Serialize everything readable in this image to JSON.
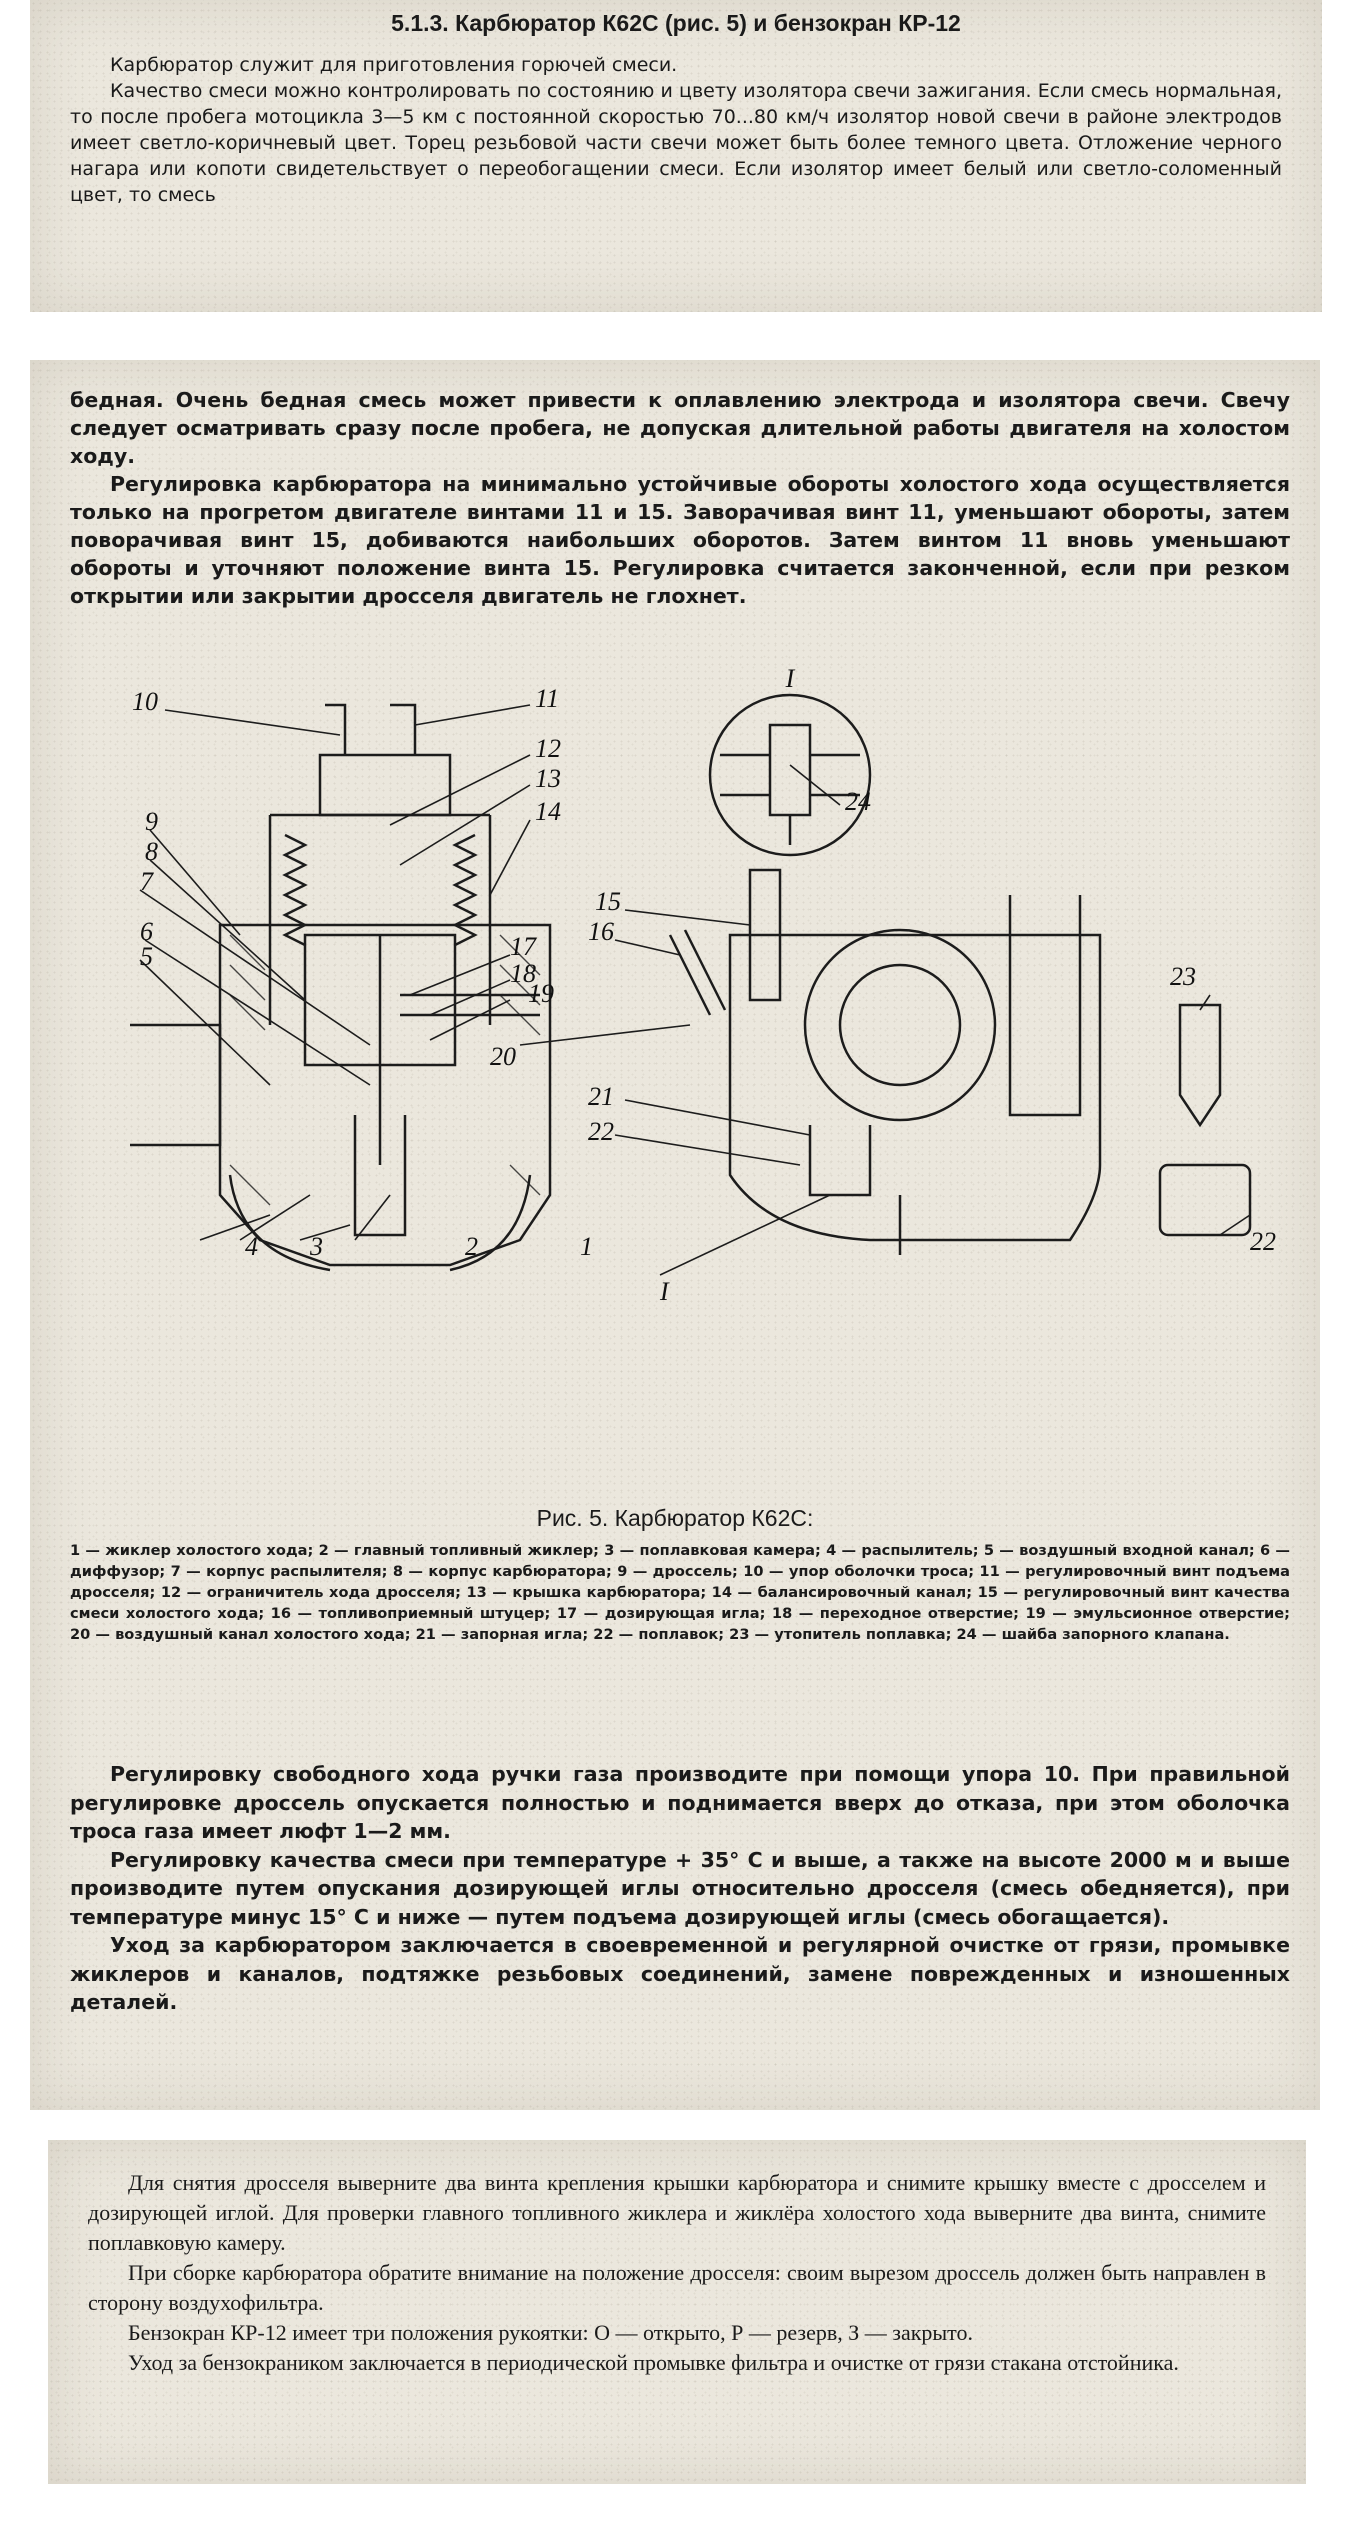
{
  "section1": {
    "heading": "5.1.3. Карбюратор К62С (рис. 5) и бензокран КР-12",
    "paragraphs": [
      "Карбюратор служит для приготовления горючей смеси.",
      "Качество смеси можно контролировать по состоянию и цвету изолятора свечи зажигания. Если смесь нормальная, то после пробега мотоцикла 3—5 км с постоянной скоростью 70...80 км/ч изолятор новой свечи в районе электродов имеет светло-коричневый цвет. Торец резьбовой части свечи может быть более темного цвета. Отложение черного нагара или копоти свидетельствует о переобогащении смеси. Если изолятор имеет белый или светло-соломенный цвет, то смесь"
    ]
  },
  "section2": {
    "top_paragraphs": [
      "бедная. Очень бедная смесь может привести к оплавлению электрода и изолятора свечи. Свечу следует осматривать сразу после пробега, не допуская длительной работы двигателя на холостом ходу.",
      "Регулировка карбюратора на минимально устойчивые обороты холостого хода осуществляется только на прогретом двигателе винтами 11 и 15. Заворачивая винт 11, уменьшают обороты, затем поворачивая винт 15, добиваются наибольших оборотов. Затем винтом 11 вновь уменьшают обороты и уточняют положение винта 15. Регулировка считается законченной, если при резком открытии или закрытии дросселя двигатель не глохнет."
    ],
    "figure": {
      "detail_mark": "I",
      "labels": [
        "1",
        "2",
        "3",
        "4",
        "5",
        "6",
        "7",
        "8",
        "9",
        "10",
        "11",
        "12",
        "13",
        "14",
        "15",
        "16",
        "17",
        "18",
        "19",
        "20",
        "21",
        "22",
        "23",
        "24",
        "22",
        "I"
      ]
    },
    "caption_title": "Рис. 5. Карбюратор К62С:",
    "legend": "1 — жиклер холостого хода; 2 — главный топливный жиклер; 3 — поплавковая камера; 4 — распылитель; 5 — воздушный входной канал; 6 — диффузор; 7 — корпус распылителя; 8 — корпус карбюратора; 9 — дроссель; 10 — упор оболочки троса; 11 — регулировочный винт подъема дросселя; 12 — ограничитель хода дросселя; 13 — крышка карбюратора; 14 — балансировочный канал; 15 — регулировочный винт качества смеси холостого хода; 16 — топливоприемный штуцер; 17 — дозирующая игла; 18 — переходное отверстие; 19 — эмульсионное отверстие; 20 — воздушный канал холостого хода; 21 — запорная игла; 22 — поплавок; 23 — утопитель поплавка; 24 — шайба запорного клапана.",
    "bottom_paragraphs": [
      "Регулировку свободного хода ручки газа производите при помощи упора 10. При правильной регулировке дроссель опускается полностью и поднимается вверх до отказа, при этом оболочка троса газа имеет люфт 1—2 мм.",
      "Регулировку качества смеси при температуре + 35° С и выше, а также на высоте 2000 м и выше производите путем опускания дозирующей иглы относительно дросселя (смесь обедняется), при температуре минус 15° С и ниже — путем подъема дозирующей иглы (смесь обогащается).",
      "Уход за карбюратором заключается в своевременной и регулярной очистке от грязи, промывке жиклеров и каналов, подтяжке резьбовых соединений, замене поврежденных и изношенных деталей."
    ]
  },
  "section3": {
    "paragraphs": [
      "Для снятия дросселя выверните два винта крепления крышки карбюратора и снимите крышку вместе с дросселем и дозирующей иглой. Для проверки главного топливного жиклера и жиклёра холостого хода выверните два винта, снимите поплавковую камеру.",
      "При сборке карбюратора обратите внимание на положение дросселя: своим вырезом дроссель должен быть направлен в сторону воздухофильтра.",
      "Бензокран КР-12 имеет три положения рукоятки: О — открыто, Р — резерв, З — закрыто.",
      "Уход за бензокраником заключается в периодической промывке фильтра и очистке от грязи стакана отстойника."
    ]
  }
}
